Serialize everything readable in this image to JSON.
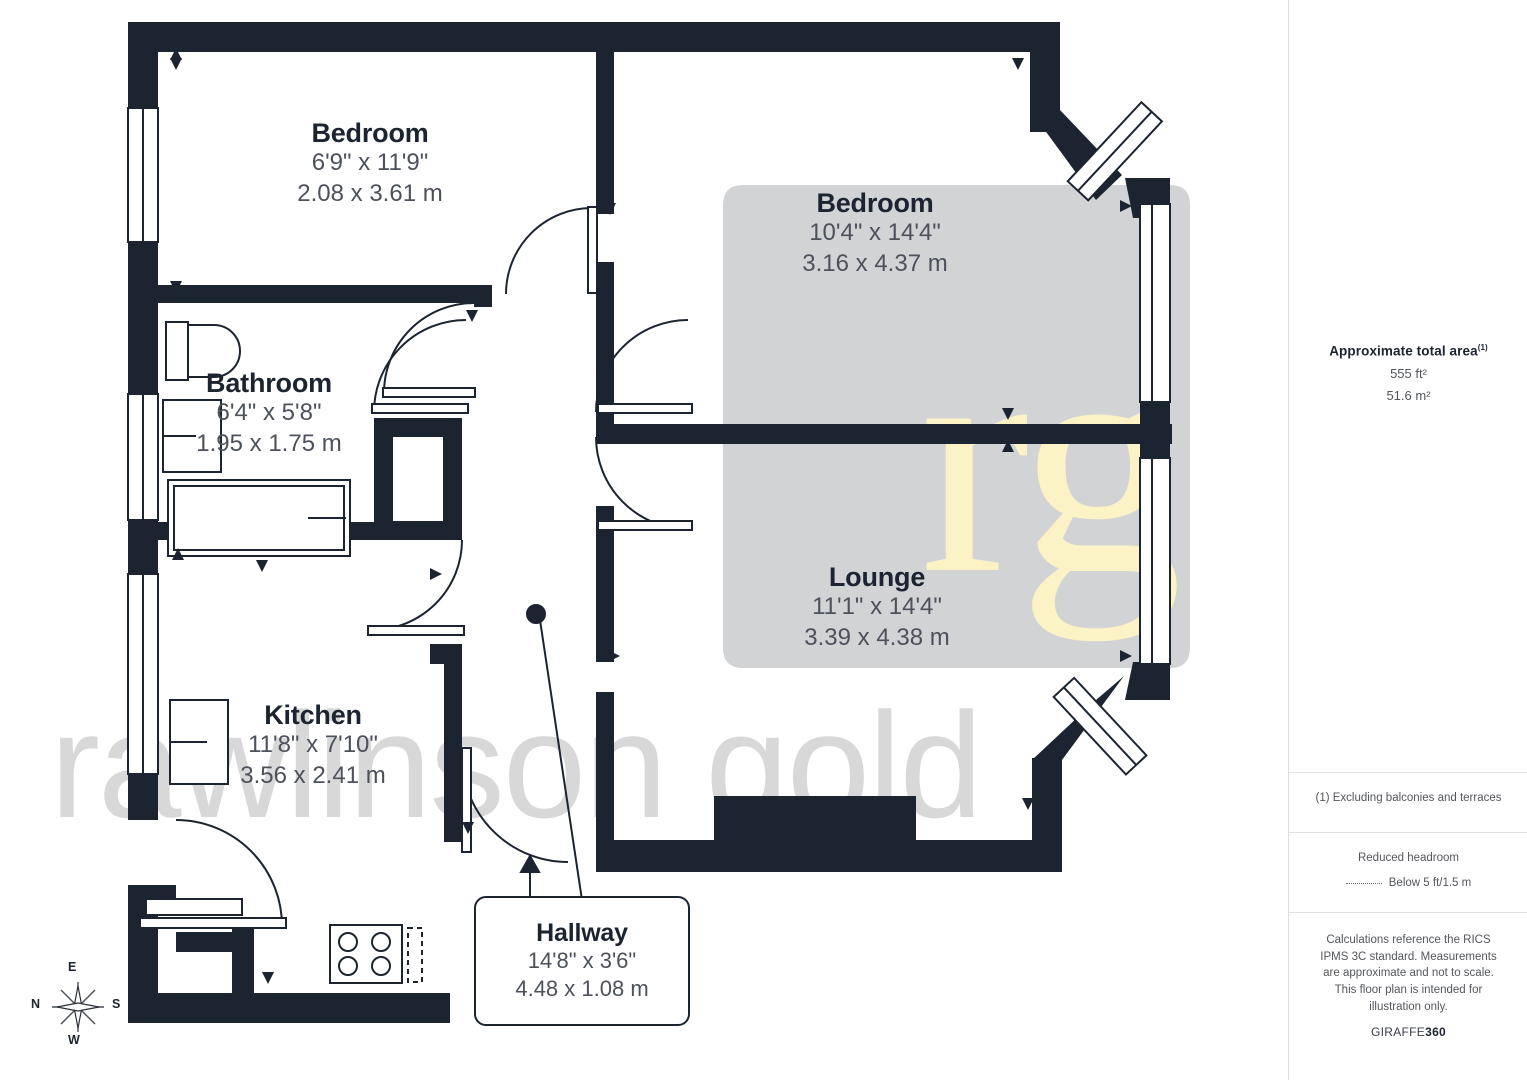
{
  "plan": {
    "rooms": [
      {
        "id": "bedroom-1",
        "name": "Bedroom",
        "imperial": "6'9\" x 11'9\"",
        "metric": "2.08 x 3.61 m"
      },
      {
        "id": "bedroom-2",
        "name": "Bedroom",
        "imperial": "10'4\" x 14'4\"",
        "metric": "3.16 x 4.37 m"
      },
      {
        "id": "bathroom",
        "name": "Bathroom",
        "imperial": "6'4\" x 5'8\"",
        "metric": "1.95 x 1.75 m"
      },
      {
        "id": "kitchen",
        "name": "Kitchen",
        "imperial": "11'8\" x 7'10\"",
        "metric": "3.56 x 2.41 m"
      },
      {
        "id": "lounge",
        "name": "Lounge",
        "imperial": "11'1\" x 14'4\"",
        "metric": "3.39 x 4.38 m"
      },
      {
        "id": "hallway",
        "name": "Hallway",
        "imperial": "14'8\" x 3'6\"",
        "metric": "4.48 x 1.08 m"
      }
    ],
    "colors": {
      "wall": "#1b2430",
      "room_shade": "#d2d3d5",
      "text_dark": "#1b2430",
      "text_gray": "#4c515b",
      "watermark_logo": "#fbf3c6",
      "watermark_name": "#d8d8d8",
      "panel_border": "#dddddd"
    },
    "watermarks": {
      "logo": "rg",
      "company": "rawlinson gold"
    },
    "compass": {
      "top": "E",
      "right": "S",
      "bottom": "W",
      "left": "N"
    }
  },
  "info_panel": {
    "area": {
      "title": "Approximate total area",
      "footnote_marker": "(1)",
      "imperial": "555 ft²",
      "metric": "51.6 m²"
    },
    "exclusion_note": "(1) Excluding balconies and terraces",
    "headroom": {
      "title": "Reduced headroom",
      "legend": "Below 5 ft/1.5 m"
    },
    "disclaimer": "Calculations reference the RICS IPMS 3C standard. Measurements are approximate and not to scale. This floor plan is intended for illustration only.",
    "brand": {
      "prefix": "GIRAFFE",
      "suffix": "360"
    }
  }
}
